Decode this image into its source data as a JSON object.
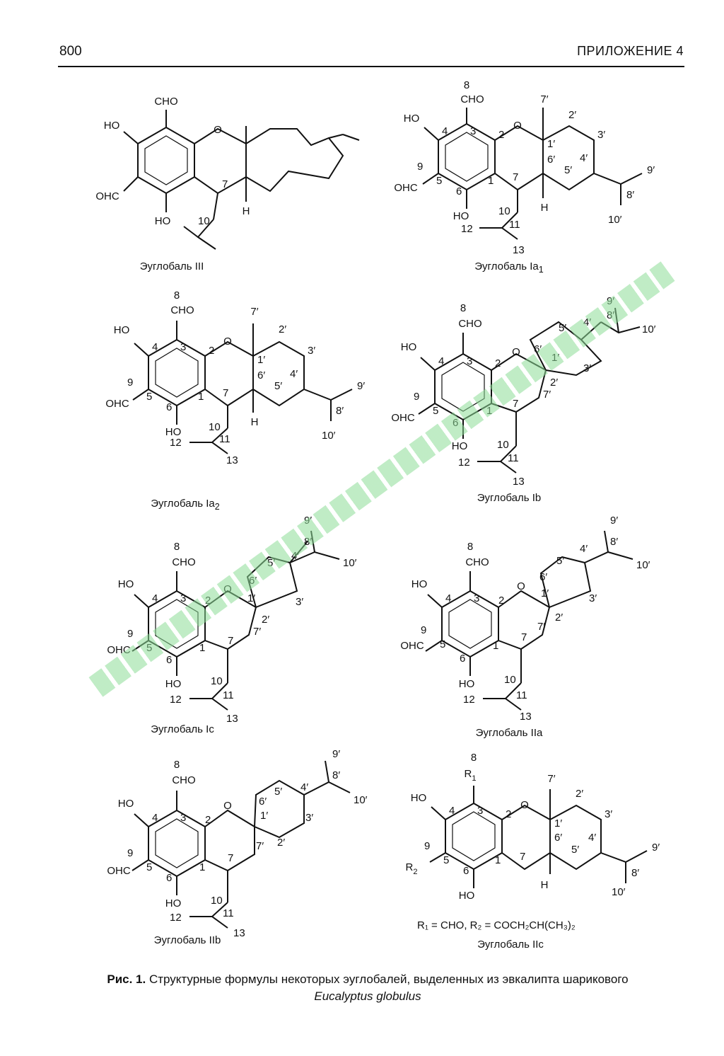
{
  "header": {
    "page_number": "800",
    "running_head": "ПРИЛОЖЕНИЕ 4"
  },
  "structures": {
    "s1": {
      "name": "Эуглобаль III"
    },
    "s2": {
      "name": "Эуглобаль Ia",
      "sub": "1"
    },
    "s3": {
      "name": "Эуглобаль Ia",
      "sub": "2"
    },
    "s4": {
      "name": "Эуглобаль Ib"
    },
    "s5": {
      "name": "Эуглобаль Ic"
    },
    "s6": {
      "name": "Эуглобаль IIa"
    },
    "s7": {
      "name": "Эуглобаль IIb"
    },
    "s8": {
      "name": "Эуглобаль IIc"
    }
  },
  "labels": {
    "cho": "CHO",
    "ho": "HO",
    "ohc": "OHC",
    "o": "O",
    "h": "H",
    "n1": "1",
    "n2": "2",
    "n3": "3",
    "n4": "4",
    "n5": "5",
    "n6": "6",
    "n7": "7",
    "n8": "8",
    "n9": "9",
    "n10": "10",
    "n11": "11",
    "n12": "12",
    "n13": "13",
    "p1": "1′",
    "p2": "2′",
    "p3": "3′",
    "p4": "4′",
    "p5": "5′",
    "p6": "6′",
    "p7": "7′",
    "p8": "8′",
    "p9": "9′",
    "p10": "10′",
    "r1": "R",
    "r2": "R",
    "r1sub": "1",
    "r2sub": "2"
  },
  "formula_line": "R₁ = CHO,  R₂ = COCH₂CH(CH₃)₂",
  "formula_numbers": "8        9  10     11     1213",
  "caption": {
    "lead": "Рис. 1.",
    "text": "Структурные формулы некоторых эуглобалей, выделенных из эвкалипта шарикового",
    "latin": "Eucalyptus globulus"
  }
}
